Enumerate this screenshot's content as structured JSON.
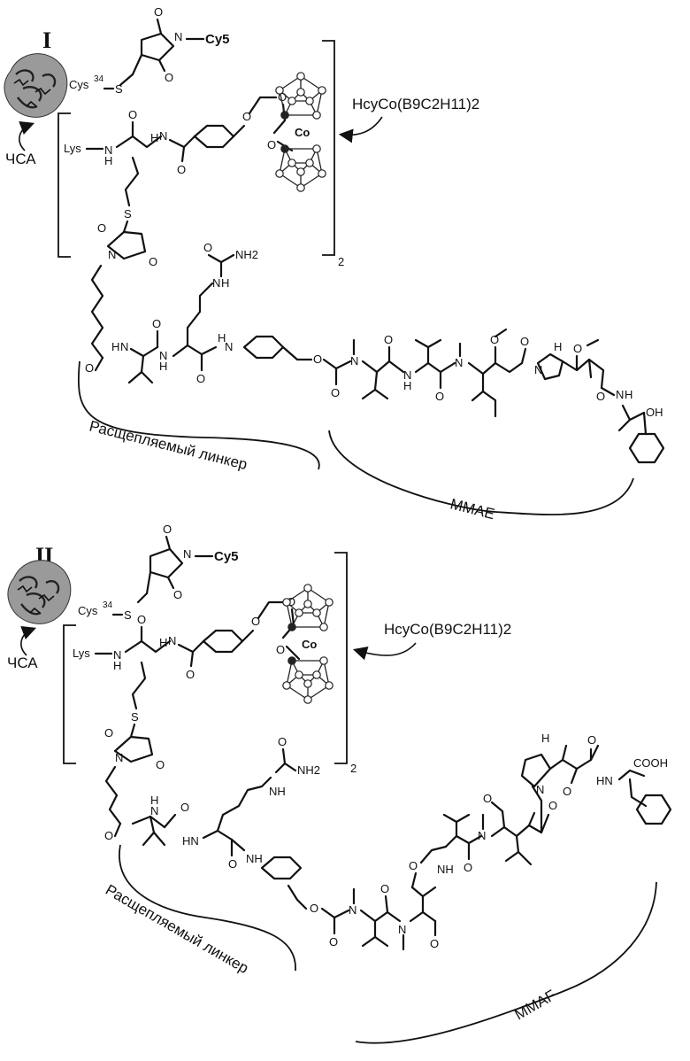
{
  "panels": [
    {
      "roman": "I",
      "carrier": "ЧСА",
      "cysteine": "Cys",
      "cysteine_position": "34",
      "dye": "Cy5",
      "lysine": "Lys",
      "boron_cluster": "HcyCo(B9C2H11)2",
      "bracket_subscript": "2",
      "cobalt": "Co",
      "linker_label": "Расщепляемый линкер",
      "payload_label": "MMAE"
    },
    {
      "roman": "II",
      "carrier": "ЧСА",
      "cysteine": "Cys",
      "cysteine_position": "34",
      "dye": "Cy5",
      "lysine": "Lys",
      "boron_cluster": "HcyCo(B9C2H11)2",
      "bracket_subscript": "2",
      "cobalt": "Co",
      "linker_label": "Расщепляемый линкер",
      "payload_label": "MMAF"
    }
  ],
  "atoms": {
    "O": "O",
    "N": "N",
    "NH": "NH",
    "HN": "HN",
    "H": "H",
    "S": "S",
    "NH2": "NH2",
    "OH": "OH",
    "COOH": "COOH"
  }
}
